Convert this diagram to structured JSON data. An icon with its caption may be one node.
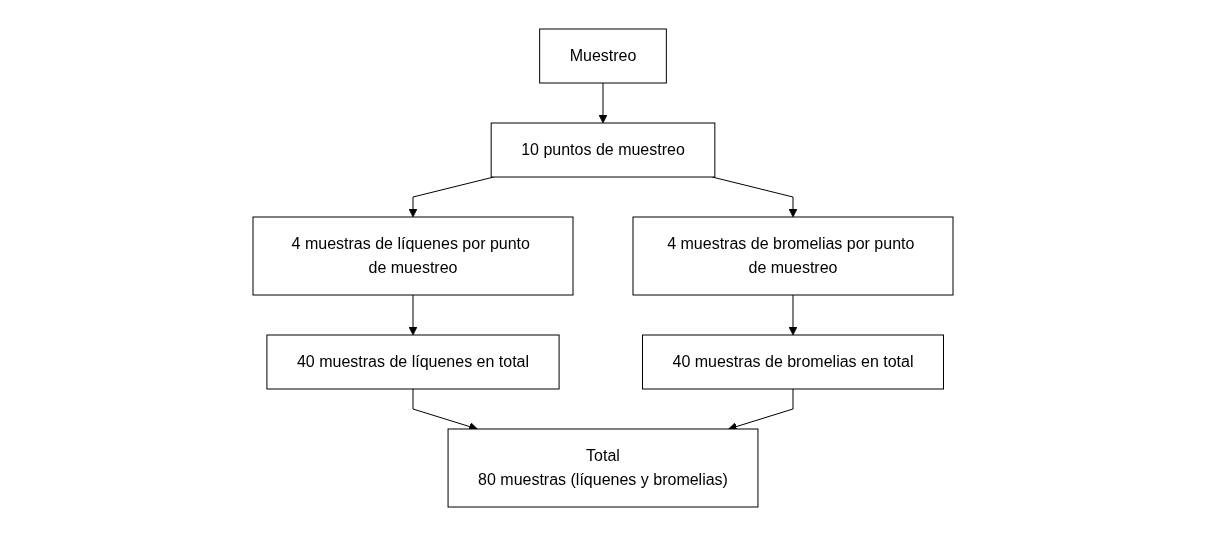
{
  "diagram": {
    "nodes": [
      {
        "text": [
          "Muestreo"
        ]
      },
      {
        "text": [
          "10 puntos de muestreo"
        ]
      },
      {
        "text": [
          "4 muestras de líquenes por punto de muestreo"
        ]
      },
      {
        "text": [
          "4 muestras de bromelias por punto de muestreo"
        ]
      },
      {
        "text": [
          "40 muestras de líquenes en total"
        ]
      },
      {
        "text": [
          "40 muestras de bromelias en total"
        ]
      },
      {
        "text": [
          "Total",
          "80 muestras (líquenes y bromelias)"
        ]
      }
    ],
    "edges": [
      {
        "from": 0,
        "to": 1,
        "arrow": "to"
      },
      {
        "from": 1,
        "to": 2,
        "arrow": "to"
      },
      {
        "from": 1,
        "to": 3,
        "arrow": "to"
      },
      {
        "from": 2,
        "to": 4,
        "arrow": "to"
      },
      {
        "from": 3,
        "to": 5,
        "arrow": "to"
      },
      {
        "from": 4,
        "to": 6,
        "arrow": "to"
      },
      {
        "from": 5,
        "to": 6,
        "arrow": "to"
      }
    ]
  }
}
